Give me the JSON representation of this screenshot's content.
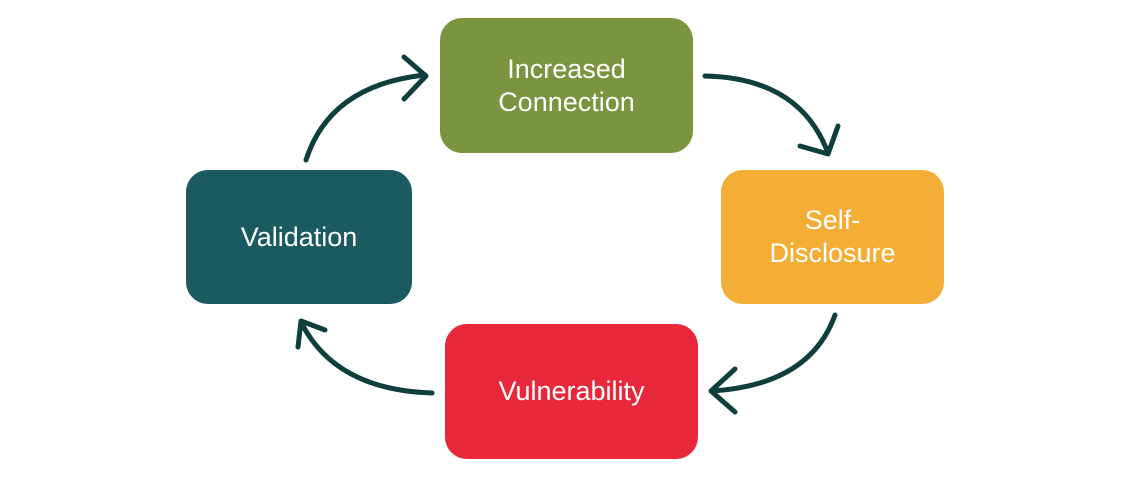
{
  "diagram": {
    "arrow_color": "#0f3f3c",
    "nodes": [
      {
        "id": "increased-connection",
        "label": "Increased\nConnection",
        "color": "#7a9440"
      },
      {
        "id": "self-disclosure",
        "label": "Self-\nDisclosure",
        "color": "#f4ad35"
      },
      {
        "id": "vulnerability",
        "label": "Vulnerability",
        "color": "#e9273a"
      },
      {
        "id": "validation",
        "label": "Validation",
        "color": "#1b5a60"
      }
    ],
    "edges": [
      {
        "from": "increased-connection",
        "to": "self-disclosure"
      },
      {
        "from": "self-disclosure",
        "to": "vulnerability"
      },
      {
        "from": "vulnerability",
        "to": "validation"
      },
      {
        "from": "validation",
        "to": "increased-connection"
      }
    ]
  }
}
